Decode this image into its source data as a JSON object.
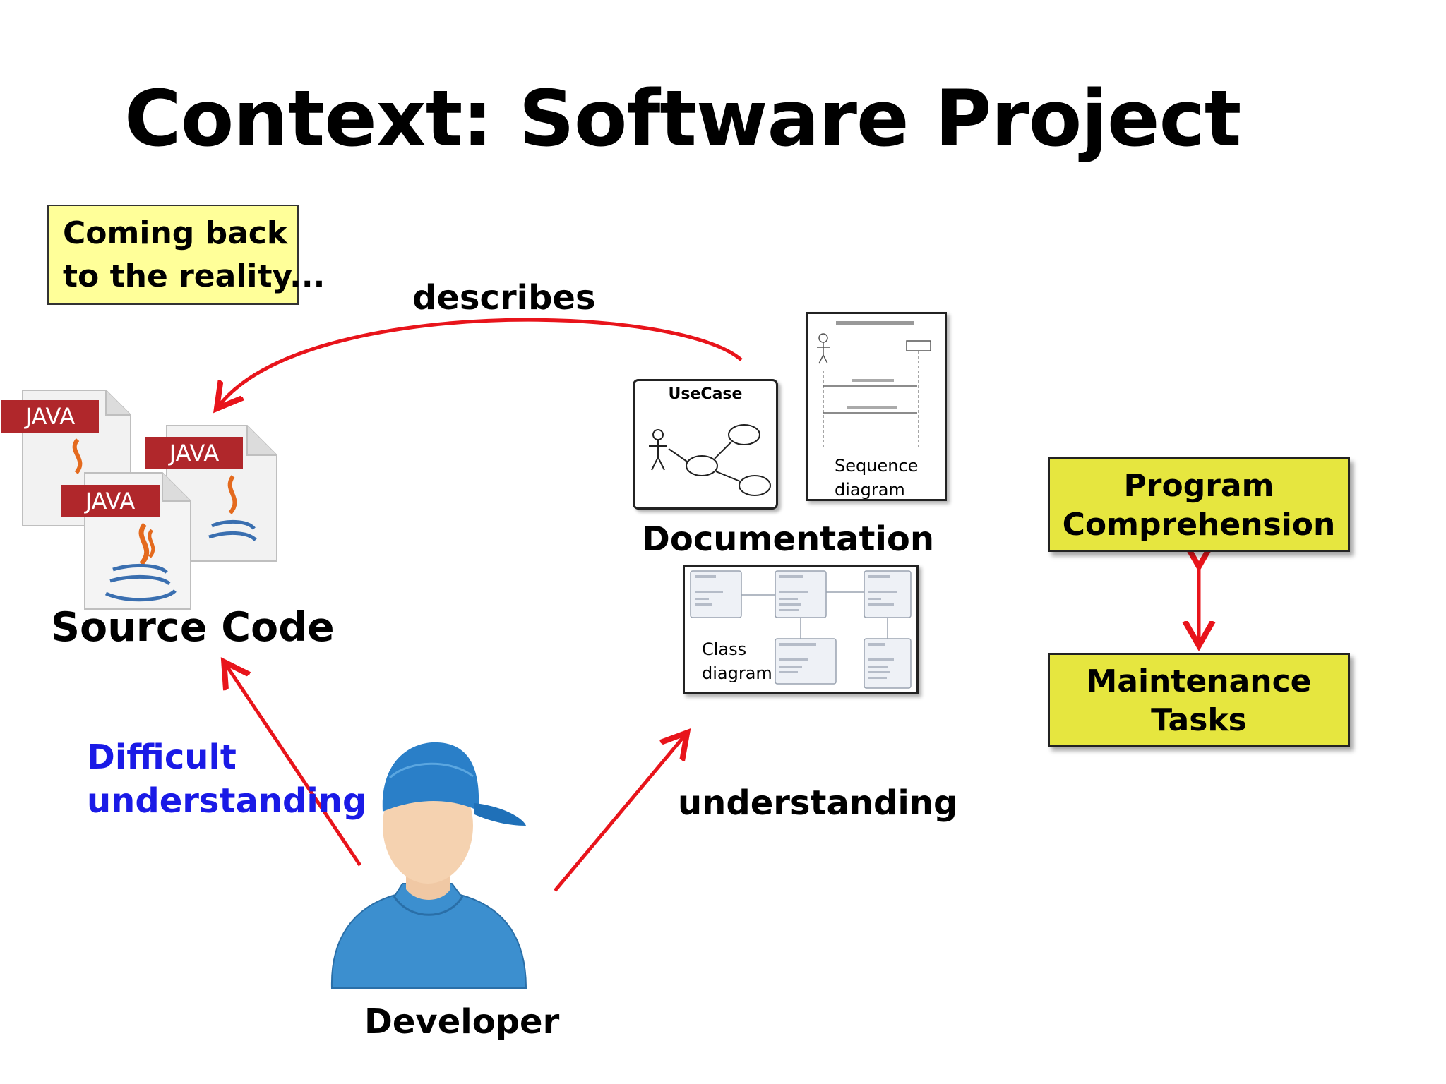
{
  "slide": {
    "title": "Context: Software Project",
    "callout": {
      "line1": "Coming back",
      "line2": "to the reality..."
    },
    "labels": {
      "describes": "describes",
      "documentation": "Documentation",
      "source_code": "Source Code",
      "understanding": "understanding",
      "developer": "Developer",
      "difficult_line1": "Difficult",
      "difficult_line2": "understanding"
    },
    "doc_panels": {
      "usecase_title": "UseCase",
      "sequence_line1": "Sequence",
      "sequence_line2": "diagram",
      "class_line1": "Class",
      "class_line2": "diagram"
    },
    "java_file_label": "JAVA",
    "boxes": {
      "program_comprehension": {
        "line1": "Program",
        "line2": "Comprehension"
      },
      "maintenance_tasks": {
        "line1": "Maintenance",
        "line2": "Tasks"
      }
    },
    "colors": {
      "arrow": "#e8141b",
      "difficult_text": "#1a1ae6",
      "callout_bg": "#ffff99",
      "box_bg": "#e6e63f",
      "java_red": "#b0272b",
      "cap_blue": "#1f70b8"
    }
  }
}
